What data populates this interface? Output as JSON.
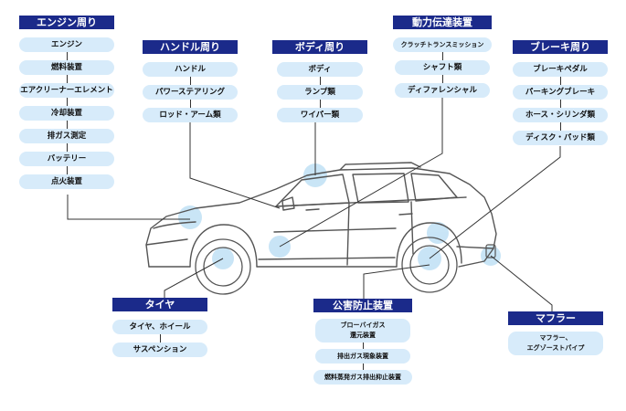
{
  "groups": {
    "engine": {
      "title": "エンジン周り",
      "items": [
        "エンジン",
        "燃料装置",
        "エアクリーナーエレメント",
        "冷却装置",
        "排ガス測定",
        "バッテリー",
        "点火装置"
      ]
    },
    "handle": {
      "title": "ハンドル周り",
      "items": [
        "ハンドル",
        "パワーステアリング",
        "ロッド・アーム類"
      ]
    },
    "body": {
      "title": "ボディ周り",
      "items": [
        "ボディ",
        "ランプ類",
        "ワイパー類"
      ]
    },
    "drivetrain": {
      "title": "動力伝達装置",
      "items": [
        "クラッチトランスミッション",
        "シャフト類",
        "ディファレンシャル"
      ]
    },
    "brake": {
      "title": "ブレーキ周り",
      "items": [
        "ブレーキペダル",
        "パーキングブレーキ",
        "ホース・シリンダ類",
        "ディスク・パッド類"
      ]
    },
    "tire": {
      "title": "タイヤ",
      "items": [
        "タイヤ、ホイール",
        "サスペンション"
      ]
    },
    "emission": {
      "title": "公害防止装置",
      "items": [
        "ブローバイガス\n還元装置",
        "排出ガス現象装置",
        "燃料蒸発ガス排出抑止装置"
      ]
    },
    "muffler": {
      "title": "マフラー",
      "items": [
        "マフラー、\nエグゾーストパイプ"
      ]
    }
  },
  "colors": {
    "header": "#1b2a8a",
    "pill": "#d7ebfa",
    "highlight": "#bfe0f5",
    "line": "#333333"
  }
}
